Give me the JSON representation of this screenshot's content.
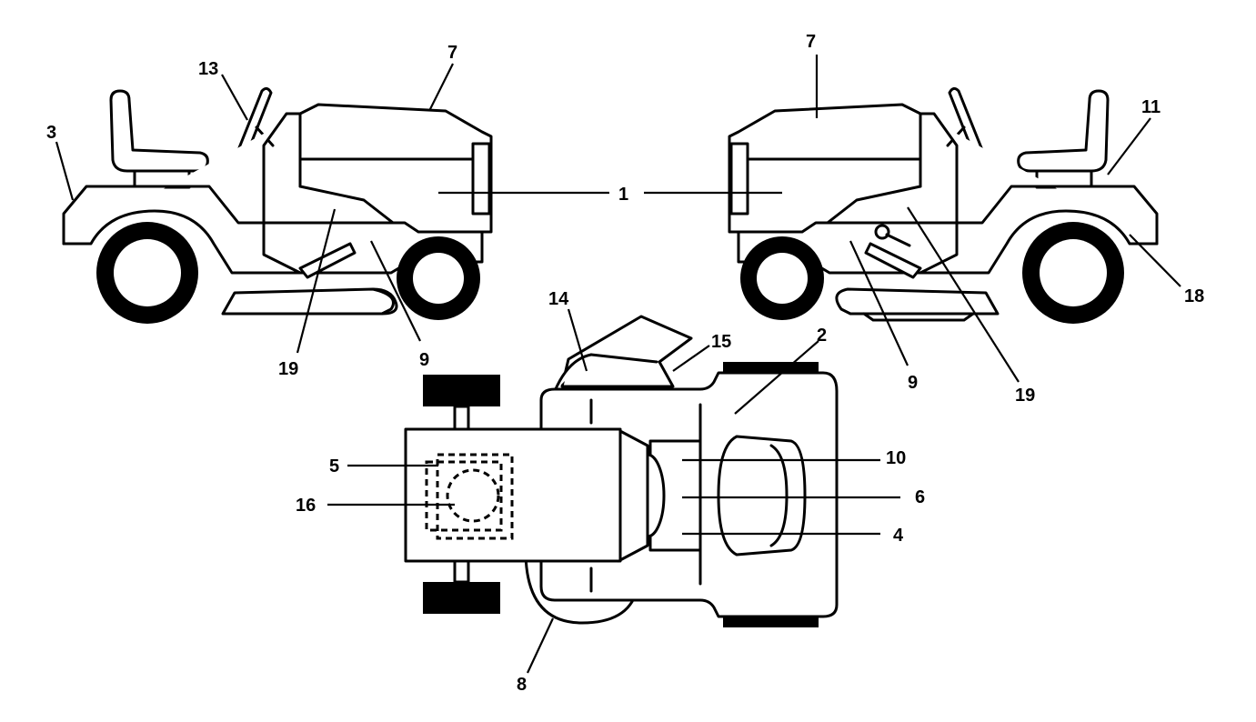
{
  "diagram": {
    "colors": {
      "line": "#000000",
      "background": "#ffffff"
    },
    "views": [
      "left-side-view",
      "right-side-view",
      "top-view"
    ],
    "callouts": {
      "c1": "1",
      "c2": "2",
      "c3": "3",
      "c4": "4",
      "c5": "5",
      "c6": "6",
      "c7a": "7",
      "c7b": "7",
      "c8": "8",
      "c9a": "9",
      "c9b": "9",
      "c10": "10",
      "c11": "11",
      "c13": "13",
      "c14": "14",
      "c15": "15",
      "c16": "16",
      "c18": "18",
      "c19a": "19",
      "c19b": "19"
    }
  }
}
